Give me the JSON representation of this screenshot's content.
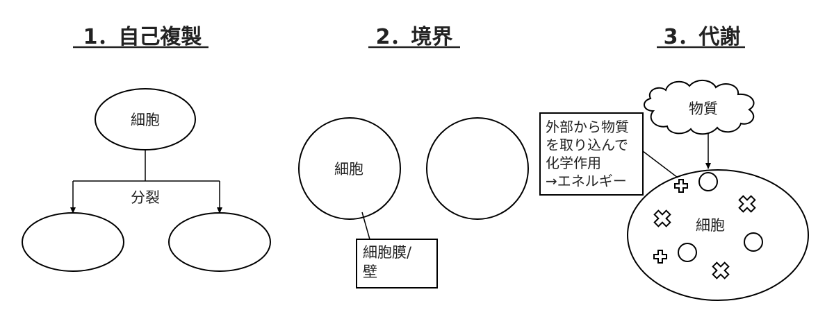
{
  "sections": [
    {
      "title": "1．自己複製",
      "node_cell": "細胞",
      "edge_label": "分裂"
    },
    {
      "title": "2．境界",
      "cell_label": "細胞",
      "callout_lines": [
        "細胞膜/",
        "壁"
      ]
    },
    {
      "title": "3．代謝",
      "cloud_label": "物質",
      "callout_lines": [
        "外部から物質",
        "を取り込んで",
        "化学作用",
        "→エネルギー"
      ],
      "cell_label": "細胞"
    }
  ]
}
